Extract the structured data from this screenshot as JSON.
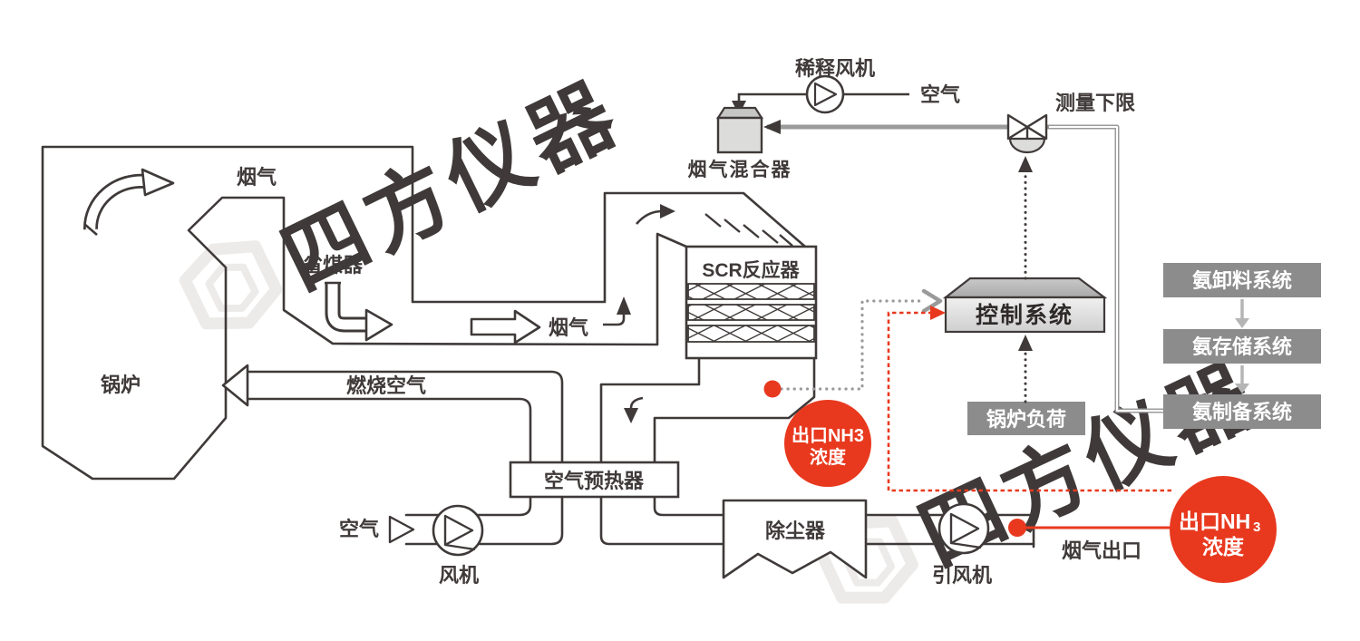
{
  "colors": {
    "line": "#3f3a39",
    "pipe_gray": "#9b9b9b",
    "gray_box": "#8c8c8c",
    "light_arrow": "#b5b5b5",
    "red": "#e8391f",
    "mixer_fill": "#dcdcda",
    "watermark": "#8b8178"
  },
  "watermark": {
    "text": "四方仪器"
  },
  "labels": {
    "flue_gas_top": "烟气",
    "economizer": "省煤器",
    "boiler": "锅炉",
    "combustion_air": "燃烧空气",
    "flue_gas_mid": "烟气",
    "dilution_fan": "稀释风机",
    "air_top": "空气",
    "flue_gas_mixer": "烟气混合器",
    "scr_reactor": "SCR反应器",
    "measure_lower_limit": "测量下限",
    "control_system": "控制系统",
    "boiler_load": "锅炉负荷",
    "ammonia_unloading": "氨卸料系统",
    "ammonia_storage": "氨存储系统",
    "ammonia_preparation": "氨制备系统",
    "air_bottom": "空气",
    "fan": "风机",
    "air_preheater": "空气预热器",
    "dust_collector": "除尘器",
    "induced_draft_fan": "引风机",
    "flue_gas_outlet": "烟气出口"
  },
  "badges": {
    "scr_outlet_nh3": {
      "line1": "出口NH3",
      "line2": "浓度"
    },
    "stack_outlet_nh3": {
      "line1_prefix": "出口NH",
      "line1_sub": "3",
      "line2": "浓度"
    }
  }
}
